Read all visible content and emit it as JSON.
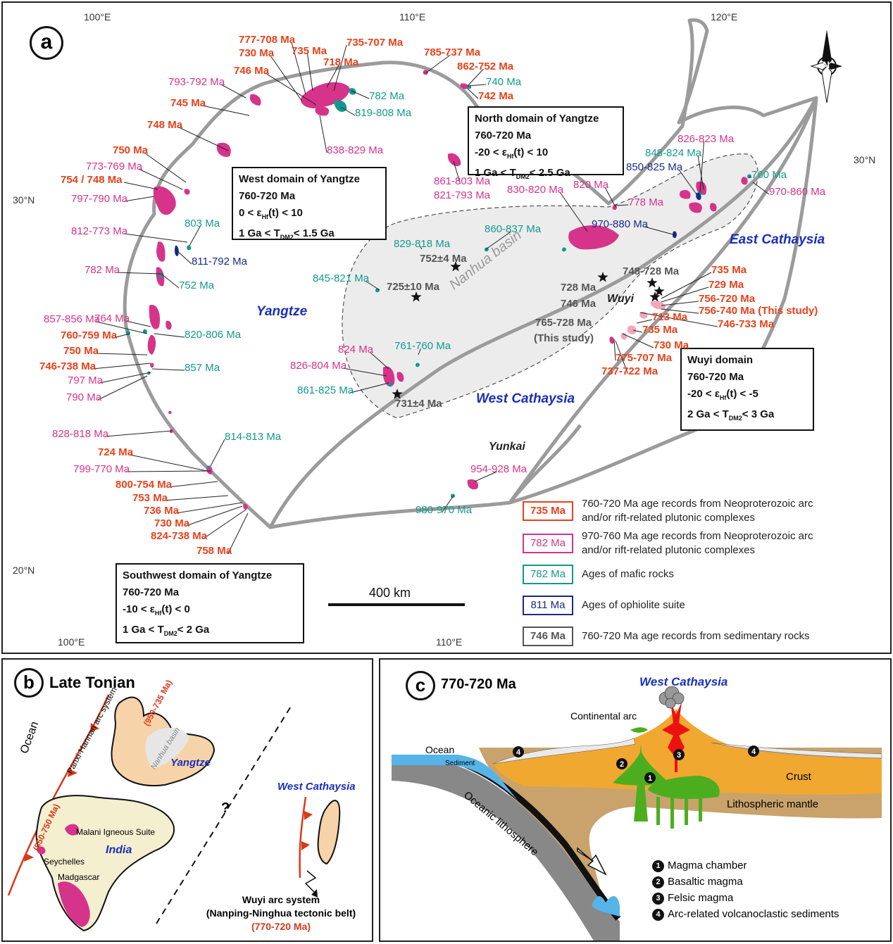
{
  "panel_a": {
    "letter": "a",
    "coords": {
      "lon100_top": "100°E",
      "lon110_top": "110°E",
      "lon120_top": "120°E",
      "lon100_bot": "100°E",
      "lon110_bot": "110°E",
      "lat30_left": "30°N",
      "lat30_right": "30°N",
      "lat20_left": "20°N"
    },
    "north_arrow": "N",
    "regions": {
      "yangtze": "Yangtze",
      "east_cathaysia": "East Cathaysia",
      "west_cathaysia": "West Cathaysia",
      "nanhua": "Nanhua basin",
      "wuyi": "Wuyi",
      "yunkai": "Yunkai"
    },
    "scale_bar": "400 km",
    "domains": {
      "west": [
        "West domain of Yangtze",
        "760-720 Ma",
        "0 < ε",
        "Hf",
        "(t) < 10",
        "1 Ga < T",
        "DM2",
        "< 1.5 Ga"
      ],
      "north": [
        "North domain of Yangtze",
        "760-720 Ma",
        "-20 < ε",
        "Hf",
        "(t) < 10",
        "1 Ga < T",
        "DM2",
        "< 2.5 Ga"
      ],
      "wuyi": [
        "Wuyi domain",
        "760-720 Ma",
        "-20 < ε",
        "Hf",
        "(t) < -5",
        "2 Ga < T",
        "DM2",
        "< 3 Ga"
      ],
      "southwest": [
        "Southwest domain of Yangtze",
        "760-720 Ma",
        "-10 < ε",
        "Hf",
        "(t) < 0",
        "1 Ga < T",
        "DM2",
        "< 2 Ga"
      ]
    },
    "legend": [
      {
        "age": "735 Ma",
        "text1": "760-720 Ma age records from Neoproterozoic arc",
        "text2": "and/or rift-related plutonic complexes",
        "color": "#e8411a",
        "border": "#e8411a"
      },
      {
        "age": "782 Ma",
        "text1": "970-760 Ma age records from Neoproterozoic arc",
        "text2": "and/or rift-related plutonic complexes",
        "color": "#d6338a",
        "border": "#d6338a"
      },
      {
        "age": "782 Ma",
        "text1": "Ages of mafic rocks",
        "text2": "",
        "color": "#12998f",
        "border": "#12998f"
      },
      {
        "age": "811 Ma",
        "text1": "Ages of ophiolite suite",
        "text2": "",
        "color": "#1a2a8a",
        "border": "#1a2a8a"
      },
      {
        "age": "746 Ma",
        "text1": "760-720 Ma age records from sedimentary rocks",
        "text2": "",
        "color": "#555555",
        "border": "#555555"
      }
    ],
    "labels": [
      {
        "t": "777-708 Ma",
        "c": "r"
      },
      {
        "t": "735-707 Ma",
        "c": "r"
      },
      {
        "t": "730 Ma",
        "c": "r"
      },
      {
        "t": "735 Ma",
        "c": "r"
      },
      {
        "t": "718 Ma",
        "c": "r"
      },
      {
        "t": "746 Ma",
        "c": "r"
      },
      {
        "t": "793-792 Ma",
        "c": "m"
      },
      {
        "t": "782 Ma",
        "c": "t"
      },
      {
        "t": "745 Ma",
        "c": "r"
      },
      {
        "t": "819-808 Ma",
        "c": "t"
      },
      {
        "t": "748 Ma",
        "c": "r"
      },
      {
        "t": "838-829 Ma",
        "c": "m"
      },
      {
        "t": "750 Ma",
        "c": "r"
      },
      {
        "t": "773-769 Ma",
        "c": "m"
      },
      {
        "t": "754 / 748 Ma",
        "c": "r"
      },
      {
        "t": "797-790 Ma",
        "c": "m"
      },
      {
        "t": "812-773 Ma",
        "c": "m"
      },
      {
        "t": "803 Ma",
        "c": "t"
      },
      {
        "t": "811-792 Ma",
        "c": "b"
      },
      {
        "t": "782 Ma",
        "c": "m"
      },
      {
        "t": "752 Ma",
        "c": "t"
      },
      {
        "t": "764 Ma",
        "c": "m"
      },
      {
        "t": "857-856 Ma",
        "c": "m"
      },
      {
        "t": "820-806 Ma",
        "c": "t"
      },
      {
        "t": "760-759 Ma",
        "c": "r"
      },
      {
        "t": "750 Ma",
        "c": "r"
      },
      {
        "t": "746-738 Ma",
        "c": "r"
      },
      {
        "t": "857 Ma",
        "c": "t"
      },
      {
        "t": "797 Ma",
        "c": "m"
      },
      {
        "t": "790 Ma",
        "c": "m"
      },
      {
        "t": "828-818 Ma",
        "c": "m"
      },
      {
        "t": "814-813 Ma",
        "c": "t"
      },
      {
        "t": "724 Ma",
        "c": "r"
      },
      {
        "t": "799-770 Ma",
        "c": "m"
      },
      {
        "t": "800-754 Ma",
        "c": "r"
      },
      {
        "t": "753 Ma",
        "c": "r"
      },
      {
        "t": "736 Ma",
        "c": "r"
      },
      {
        "t": "730 Ma",
        "c": "r"
      },
      {
        "t": "824-738 Ma",
        "c": "r"
      },
      {
        "t": "758 Ma",
        "c": "r"
      },
      {
        "t": "785-737 Ma",
        "c": "r"
      },
      {
        "t": "862-752 Ma",
        "c": "r"
      },
      {
        "t": "740 Ma",
        "c": "t"
      },
      {
        "t": "742 Ma",
        "c": "r"
      },
      {
        "t": "861-803 Ma",
        "c": "m"
      },
      {
        "t": "821-793 Ma",
        "c": "m"
      },
      {
        "t": "848-824 Ma",
        "c": "t"
      },
      {
        "t": "826-823 Ma",
        "c": "m"
      },
      {
        "t": "850-825 Ma",
        "c": "b"
      },
      {
        "t": "760 Ma",
        "c": "t"
      },
      {
        "t": "970-860 Ma",
        "c": "m"
      },
      {
        "t": "830-820 Ma",
        "c": "m"
      },
      {
        "t": "820 Ma",
        "c": "m"
      },
      {
        "t": "778 Ma",
        "c": "m"
      },
      {
        "t": "970-880 Ma",
        "c": "b"
      },
      {
        "t": "860-837 Ma",
        "c": "t"
      },
      {
        "t": "829-818 Ma",
        "c": "t"
      },
      {
        "t": "752±4 Ma",
        "c": "g"
      },
      {
        "t": "845-821 Ma",
        "c": "t"
      },
      {
        "t": "725±10 Ma",
        "c": "g"
      },
      {
        "t": "748-728 Ma",
        "c": "g"
      },
      {
        "t": "728 Ma",
        "c": "g"
      },
      {
        "t": "746 Ma",
        "c": "g"
      },
      {
        "t": "735 Ma",
        "c": "r"
      },
      {
        "t": "729 Ma",
        "c": "r"
      },
      {
        "t": "756-720 Ma",
        "c": "r"
      },
      {
        "t": "756-740 Ma (This study)",
        "c": "r"
      },
      {
        "t": "746-733 Ma",
        "c": "r"
      },
      {
        "t": "713 Ma",
        "c": "r"
      },
      {
        "t": "765-728 Ma",
        "c": "g"
      },
      {
        "t": "(This study)",
        "c": "g"
      },
      {
        "t": "735 Ma",
        "c": "r"
      },
      {
        "t": "730 Ma",
        "c": "r"
      },
      {
        "t": "775-707 Ma",
        "c": "r"
      },
      {
        "t": "737-722 Ma",
        "c": "r"
      },
      {
        "t": "824 Ma",
        "c": "m"
      },
      {
        "t": "826-804 Ma",
        "c": "m"
      },
      {
        "t": "761-760 Ma",
        "c": "t"
      },
      {
        "t": "861-825 Ma",
        "c": "t"
      },
      {
        "t": "731±4 Ma",
        "c": "g"
      },
      {
        "t": "954-928 Ma",
        "c": "m"
      },
      {
        "t": "980-970 Ma",
        "c": "t"
      }
    ]
  },
  "panel_b": {
    "letter": "b",
    "title": "Late Tonian",
    "ocean": "Ocean",
    "arc_system": "Panxi-Hannan arc system",
    "age1": "(950-735 Ma)",
    "age2": "(850-750 Ma)",
    "nanhua": "Nanhua basin",
    "yangtze": "Yangtze",
    "india": "India",
    "malani": "Malani Igneous Suite",
    "seychelles": "Seychelles",
    "madgascar": "Madgascar",
    "question": "?",
    "west_cathaysia": "West Cathaysia",
    "wuyi1": "Wuyi arc system",
    "wuyi2": "(Nanping-Ninghua tectonic belt)",
    "wuyi3": "(770-720 Ma)"
  },
  "panel_c": {
    "letter": "c",
    "title": "770-720 Ma",
    "region": "West Cathaysia",
    "cont_arc": "Continental arc",
    "ocean": "Ocean",
    "sediment": "Sediment",
    "crust": "Crust",
    "lith_mantle": "Lithospheric mantle",
    "oceanic_lith": "Oceanic lithosphere",
    "legend": [
      {
        "n": "1",
        "t": "Magma chamber"
      },
      {
        "n": "2",
        "t": "Basaltic magma"
      },
      {
        "n": "3",
        "t": "Felsic magma"
      },
      {
        "n": "4",
        "t": "Arc-related volcanoclastic sediments"
      }
    ]
  },
  "colors": {
    "r": "#e8411a",
    "m": "#d6338a",
    "t": "#12998f",
    "b": "#1a2a8a",
    "g": "#555555",
    "blue_text": "#1a2fb8"
  }
}
